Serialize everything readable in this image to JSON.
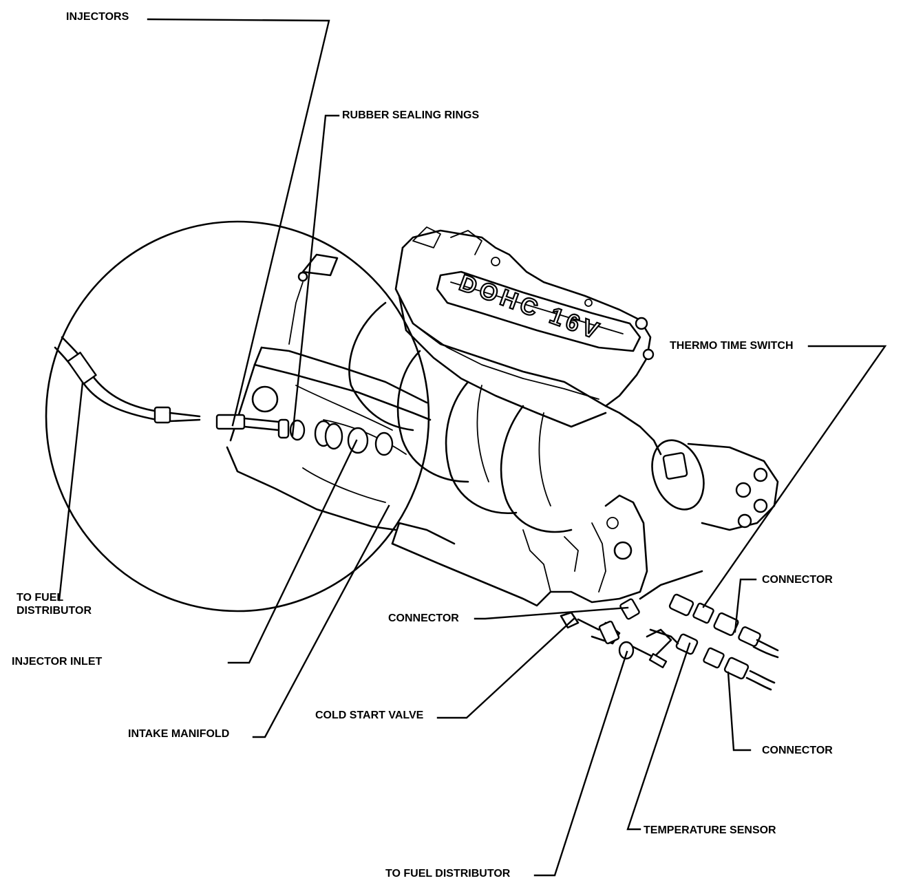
{
  "labels": {
    "injectors": "INJECTORS",
    "rubber_sealing_rings": "RUBBER SEALING RINGS",
    "thermo_time_switch": "THERMO TIME SWITCH",
    "connector_top": "CONNECTOR",
    "connector_mid": "CONNECTOR",
    "connector_bottom": "CONNECTOR",
    "to_fuel_distributor_left": "TO FUEL\nDISTRIBUTOR",
    "injector_inlet": "INJECTOR INLET",
    "intake_manifold": "INTAKE MANIFOLD",
    "cold_start_valve": "COLD START VALVE",
    "temperature_sensor": "TEMPERATURE SENSOR",
    "to_fuel_distributor_bottom": "TO FUEL DISTRIBUTOR"
  },
  "manifold_badge": "DOHC 16V"
}
